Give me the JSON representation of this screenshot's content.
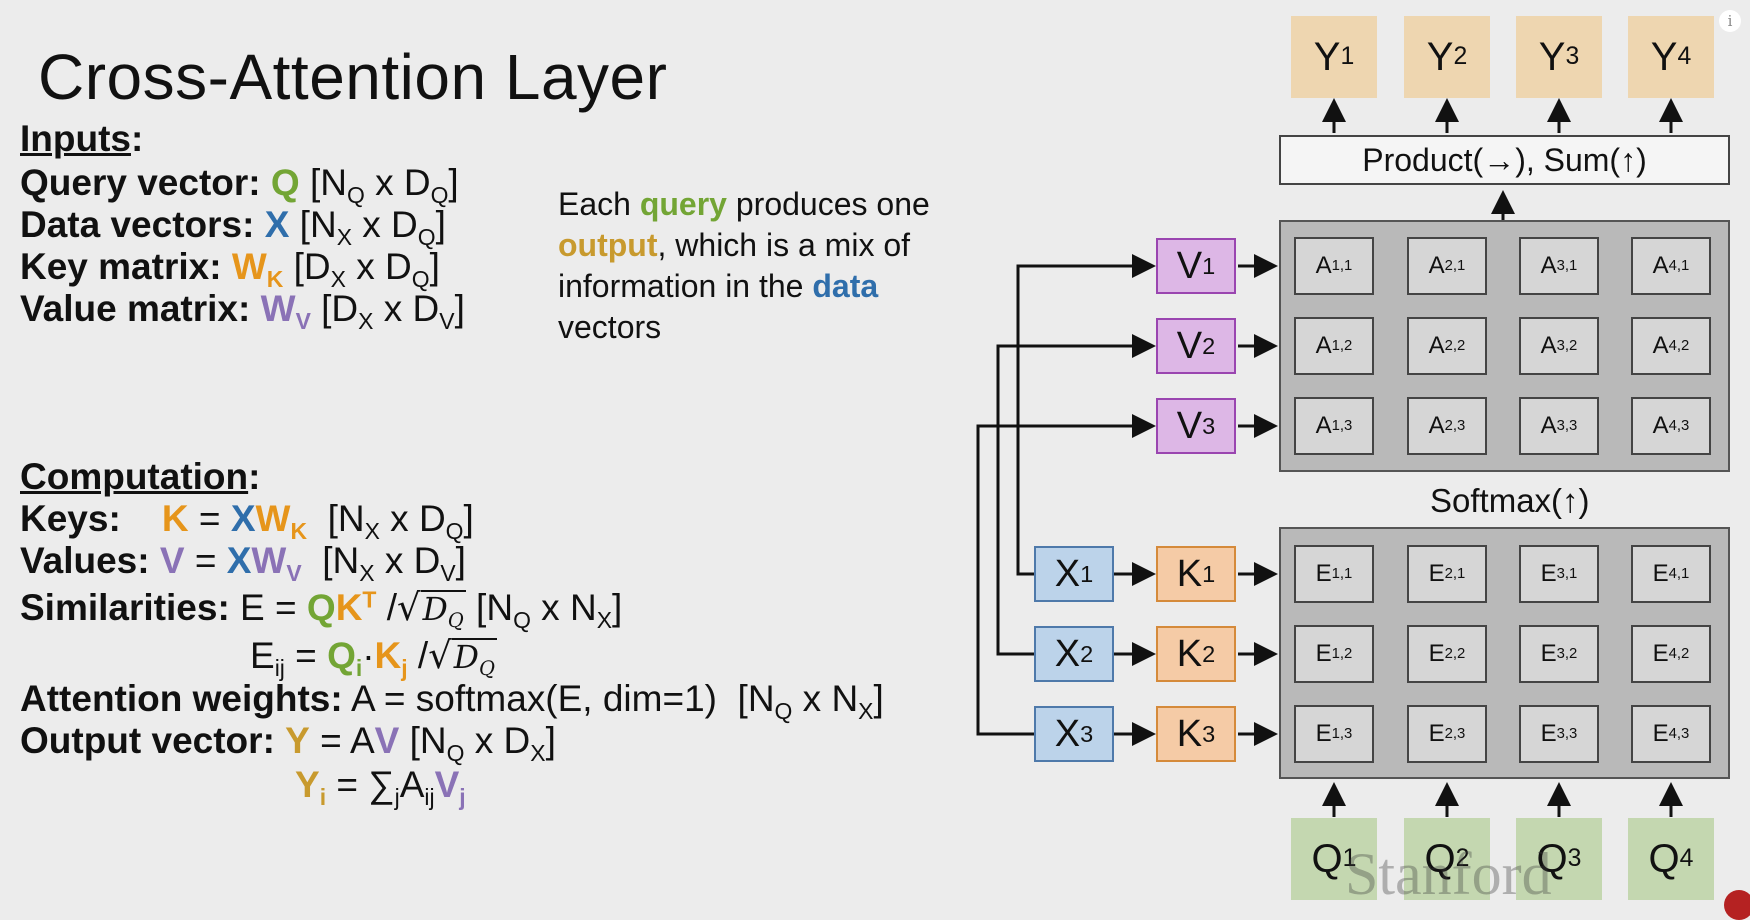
{
  "title": "Cross-Attention Layer",
  "inputs": {
    "header": "Inputs",
    "query_label": "Query vector",
    "data_label": "Data vectors",
    "key_label": "Key matrix",
    "value_label": "Value matrix"
  },
  "description": {
    "p1": "Each ",
    "w_query": "query",
    "p2": " produces one ",
    "w_output": "output",
    "p3": ", which is a mix of information in the ",
    "w_data": "data",
    "p4": " vectors"
  },
  "computation": {
    "header": "Computation",
    "keys_label": "Keys",
    "values_label": "Values",
    "similarities_label": "Similarities",
    "attention_label": "Attention weights",
    "attention_formula": "A = softmax(E, dim=1)",
    "output_label": "Output vector"
  },
  "diagram": {
    "product_label": "Product(→),   Sum(↑)",
    "softmax_label": "Softmax(↑)",
    "y": [
      "Y",
      "Y",
      "Y",
      "Y"
    ],
    "y_sub": [
      "1",
      "2",
      "3",
      "4"
    ],
    "q": [
      "Q",
      "Q",
      "Q",
      "Q"
    ],
    "q_sub": [
      "1",
      "2",
      "3",
      "4"
    ],
    "v": [
      "V",
      "V",
      "V"
    ],
    "k": [
      "K",
      "K",
      "K"
    ],
    "x": [
      "X",
      "X",
      "X"
    ],
    "row_sub": [
      "1",
      "2",
      "3"
    ],
    "a_cells": [
      [
        "A",
        "1,1"
      ],
      [
        "A",
        "2,1"
      ],
      [
        "A",
        "3,1"
      ],
      [
        "A",
        "4,1"
      ],
      [
        "A",
        "1,2"
      ],
      [
        "A",
        "2,2"
      ],
      [
        "A",
        "3,2"
      ],
      [
        "A",
        "4,2"
      ],
      [
        "A",
        "1,3"
      ],
      [
        "A",
        "2,3"
      ],
      [
        "A",
        "3,3"
      ],
      [
        "A",
        "4,3"
      ]
    ],
    "e_cells": [
      [
        "E",
        "1,1"
      ],
      [
        "E",
        "2,1"
      ],
      [
        "E",
        "3,1"
      ],
      [
        "E",
        "4,1"
      ],
      [
        "E",
        "1,2"
      ],
      [
        "E",
        "2,2"
      ],
      [
        "E",
        "3,2"
      ],
      [
        "E",
        "4,2"
      ],
      [
        "E",
        "1,3"
      ],
      [
        "E",
        "2,3"
      ],
      [
        "E",
        "3,3"
      ],
      [
        "E",
        "4,3"
      ]
    ]
  },
  "watermark": "Stanford",
  "colors": {
    "query": "#73a535",
    "data": "#2f6eab",
    "key": "#e6951b",
    "value": "#8a72b6",
    "output": "#c89a2e"
  }
}
